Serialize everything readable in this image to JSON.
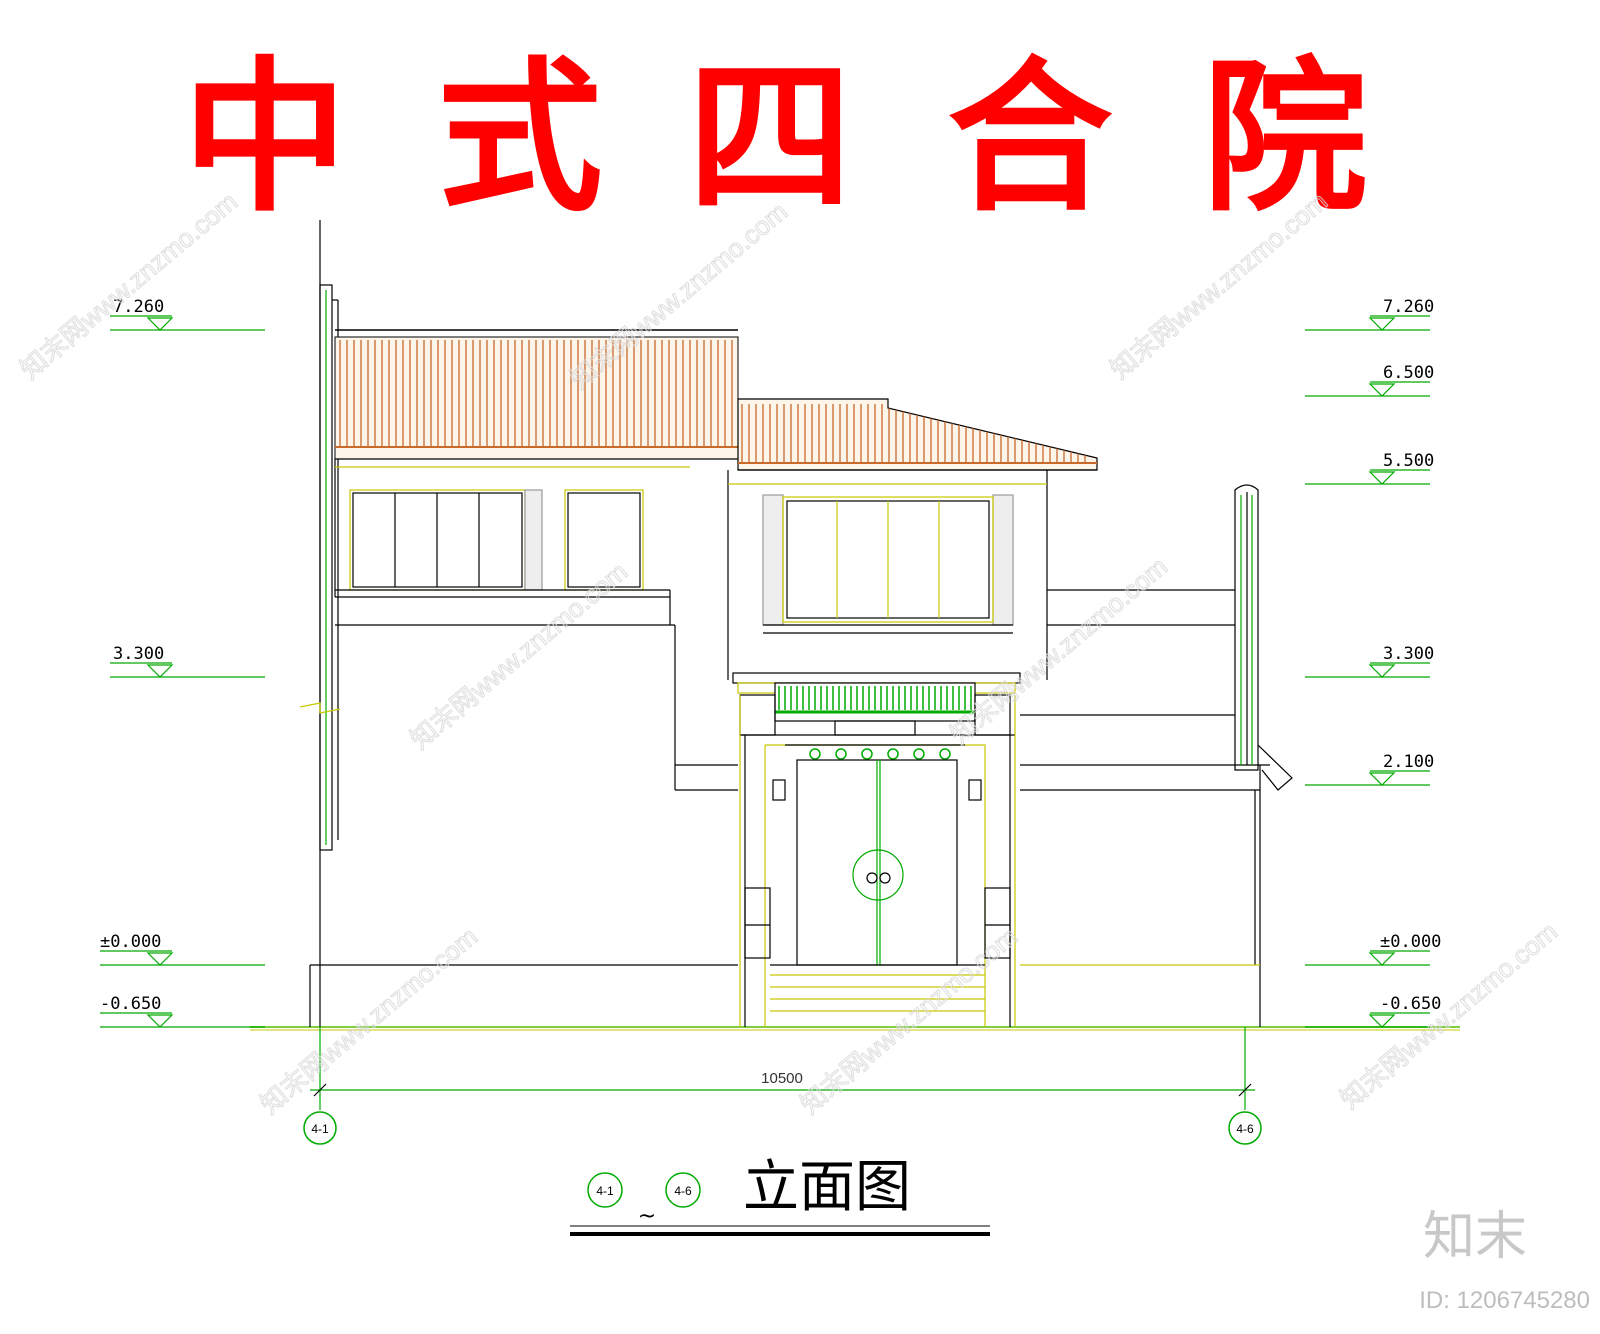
{
  "title": [
    "中",
    "式",
    "四",
    "合",
    "院"
  ],
  "levels_left": [
    "7.260",
    "3.300",
    "±0.000",
    "-0.650"
  ],
  "levels_right": [
    "7.260",
    "6.500",
    "5.500",
    "3.300",
    "2.100",
    "±0.000",
    "-0.650"
  ],
  "dimension": "10500",
  "axes": {
    "start": "4-1",
    "end": "4-6"
  },
  "caption": {
    "from": "4-1",
    "to": "4-6",
    "separator": "~",
    "text": "立面图"
  },
  "watermark": {
    "brand": "知末",
    "id": "ID: 1206745280",
    "text": "知末网www.znzmo.com"
  },
  "colors": {
    "title": "#ff0000",
    "roof": "#c86a2a",
    "cad_green": "#00aa00",
    "cad_yellow": "#c8c800"
  }
}
